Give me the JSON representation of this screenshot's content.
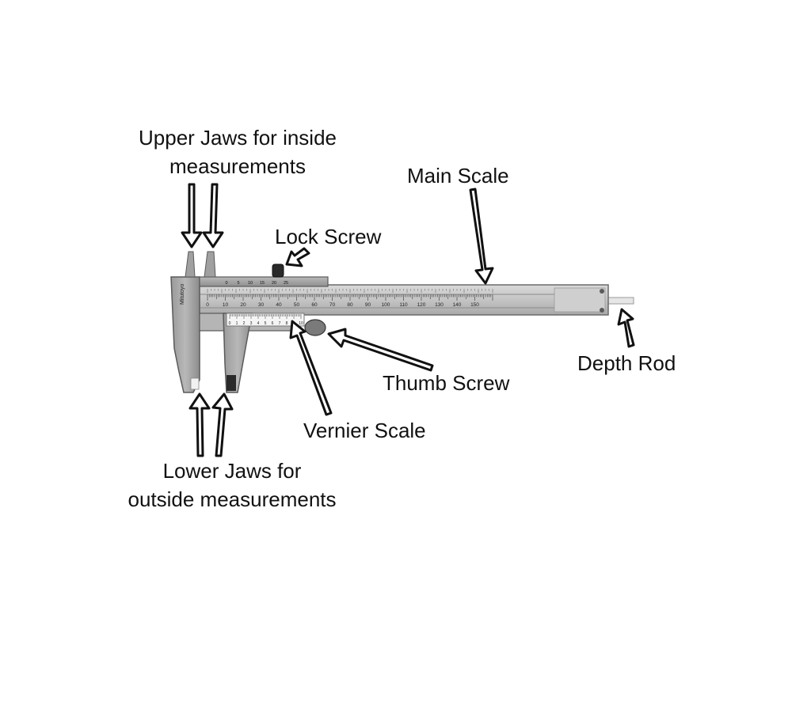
{
  "labels": {
    "upper_jaws": [
      "Upper Jaws for inside",
      "measurements"
    ],
    "main_scale": "Main Scale",
    "lock_screw": "Lock Screw",
    "depth_rod": "Depth Rod",
    "thumb_screw": "Thumb Screw",
    "vernier_scale": "Vernier Scale",
    "lower_jaws": [
      "Lower Jaws for",
      "outside measurements"
    ]
  },
  "caliper": {
    "brand": "Mitutoyo",
    "main_scale_numbers": [
      "0",
      "10",
      "20",
      "30",
      "40",
      "50",
      "60",
      "70",
      "80",
      "90",
      "100",
      "110",
      "120",
      "130",
      "140",
      "150"
    ],
    "top_scale_numbers": [
      "0",
      "5",
      "10",
      "15",
      "20",
      "25"
    ],
    "vernier_numbers": [
      "0",
      "1",
      "2",
      "3",
      "4",
      "5",
      "6",
      "7",
      "8",
      "9",
      "10"
    ]
  }
}
